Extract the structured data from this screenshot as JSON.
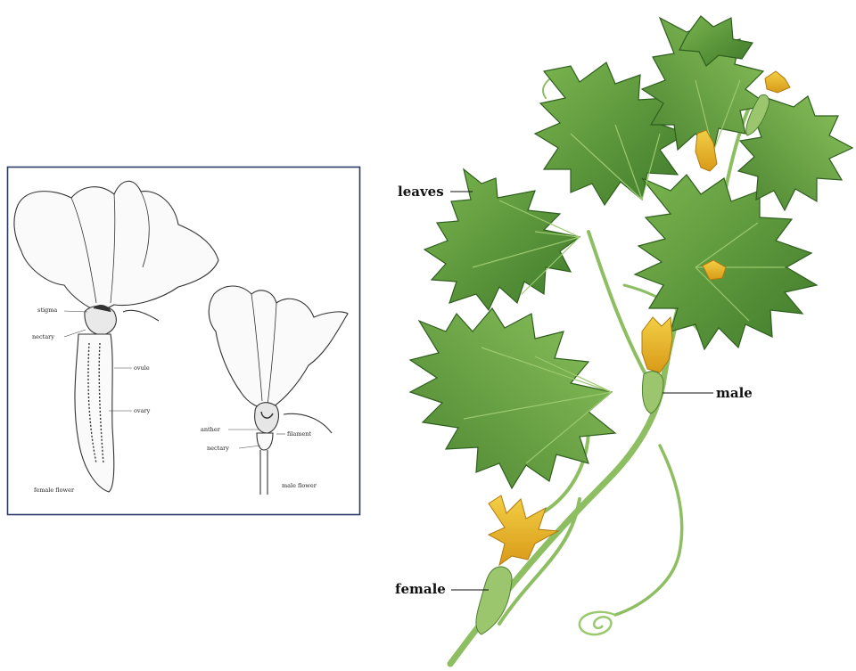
{
  "sketch": {
    "female_flower": "female flower",
    "male_flower": "male flower",
    "labels": {
      "stigma": "stigma",
      "nectary_female": "nectary",
      "ovule": "ovule",
      "ovary": "ovary",
      "anther": "anther",
      "filament": "filament",
      "nectary_male": "nectary"
    }
  },
  "plant": {
    "labels": {
      "leaves": "leaves",
      "male": "male",
      "female": "female"
    }
  },
  "colors": {
    "leaf": "#5f9a3a",
    "leaf_dark": "#3f7a2a",
    "stem": "#8ebe62",
    "flower": "#e8b623",
    "sketch_border": "#2b3a67"
  }
}
